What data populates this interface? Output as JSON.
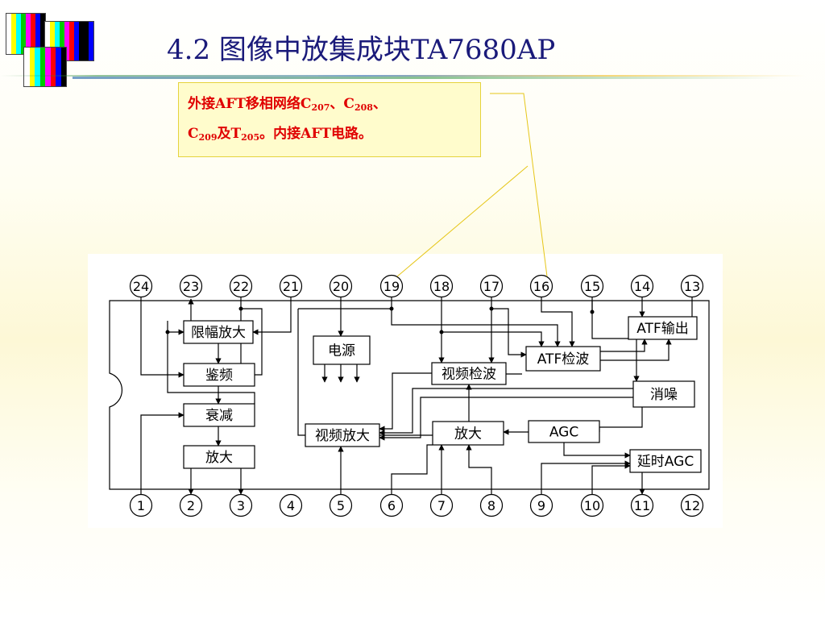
{
  "slide": {
    "title": "4.2 图像中放集成块TA7680AP",
    "logo_colors": [
      "#ff0000",
      "#ffff00",
      "#00cc00",
      "#00ffff",
      "#0000ff",
      "#ff00ff",
      "#000000",
      "#ffffff"
    ]
  },
  "note": {
    "line1": {
      "t1": "外接AFT移相网络C",
      "s1": "207",
      "t2": "、C",
      "s2": "208",
      "t3": "、"
    },
    "line2": {
      "t1": "C",
      "s1": "209",
      "t2": "及T",
      "s2": "205",
      "t3": "。内接AFT电路。"
    },
    "text_color": "#e00000",
    "background": "#fffccc",
    "border_color": "#e5d33d"
  },
  "diagram": {
    "top_pins": [
      "24",
      "23",
      "22",
      "21",
      "20",
      "19",
      "18",
      "17",
      "16",
      "15",
      "14",
      "13"
    ],
    "bottom_pins": [
      "1",
      "2",
      "3",
      "4",
      "5",
      "6",
      "7",
      "8",
      "9",
      "10",
      "11",
      "12"
    ],
    "blocks": {
      "limiter_amp": "限幅放大",
      "discriminator": "鉴频",
      "attenuator": "衰减",
      "audio_amp": "放大",
      "power": "电源",
      "video_detector": "视频检波",
      "atf_detector": "ATF检波",
      "atf_output": "ATF输出",
      "noise_canceller": "消噪",
      "video_amp": "视频放大",
      "if_amp": "放大",
      "agc": "AGC",
      "delay_agc": "延时AGC"
    },
    "leader_color": "#e6c619"
  }
}
